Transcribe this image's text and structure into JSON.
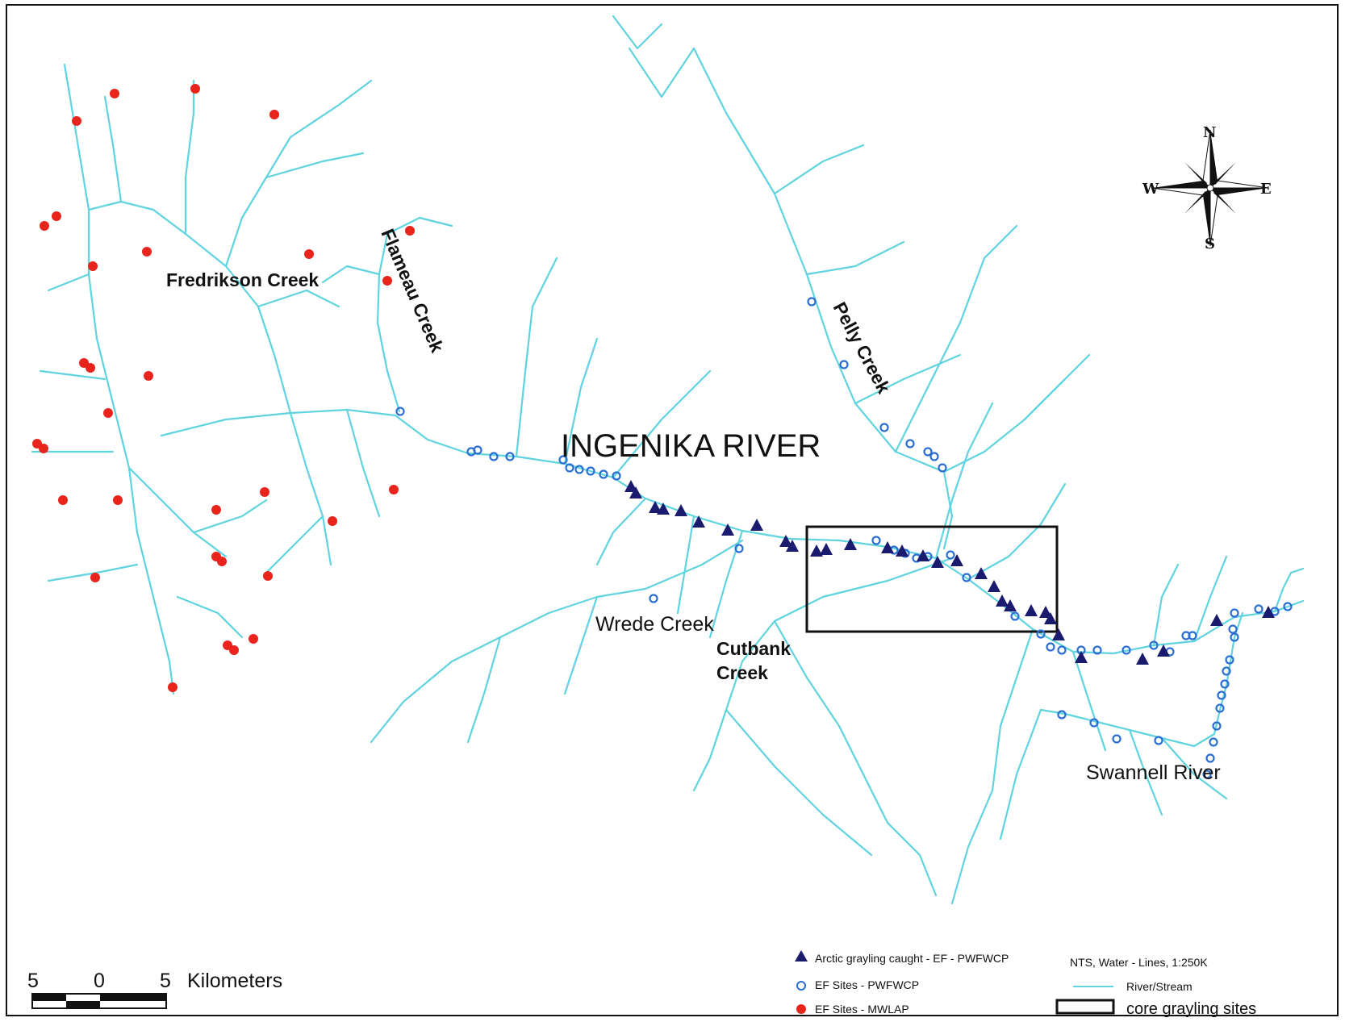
{
  "labels": {
    "ingenika": "INGENIKA RIVER",
    "fredrikson": "Fredrikson Creek",
    "flameau": "Flameau Creek",
    "pelly": "Pelly Creek",
    "wrede": "Wrede Creek",
    "cutbank_1": "Cutbank",
    "cutbank_2": "Creek",
    "swannell": "Swannell River"
  },
  "compass": {
    "n": "N",
    "s": "S",
    "e": "E",
    "w": "W"
  },
  "scale": {
    "left": "5",
    "mid": "0",
    "right": "5",
    "unit": "Kilometers"
  },
  "legend": {
    "grayling": "Arctic grayling caught - EF - PWFWCP",
    "ef_pwfwcp": "EF Sites - PWFWCP",
    "ef_mwlap": "EF Sites - MWLAP",
    "source": "NTS, Water - Lines, 1:250K",
    "river": "River/Stream",
    "core": "core grayling sites"
  },
  "colors": {
    "river": "#5fd3de",
    "mwlap": "#e8241c",
    "pwfwcp": "#2a6fd1",
    "grayling": "#1a1a6e",
    "frame": "#111111"
  }
}
